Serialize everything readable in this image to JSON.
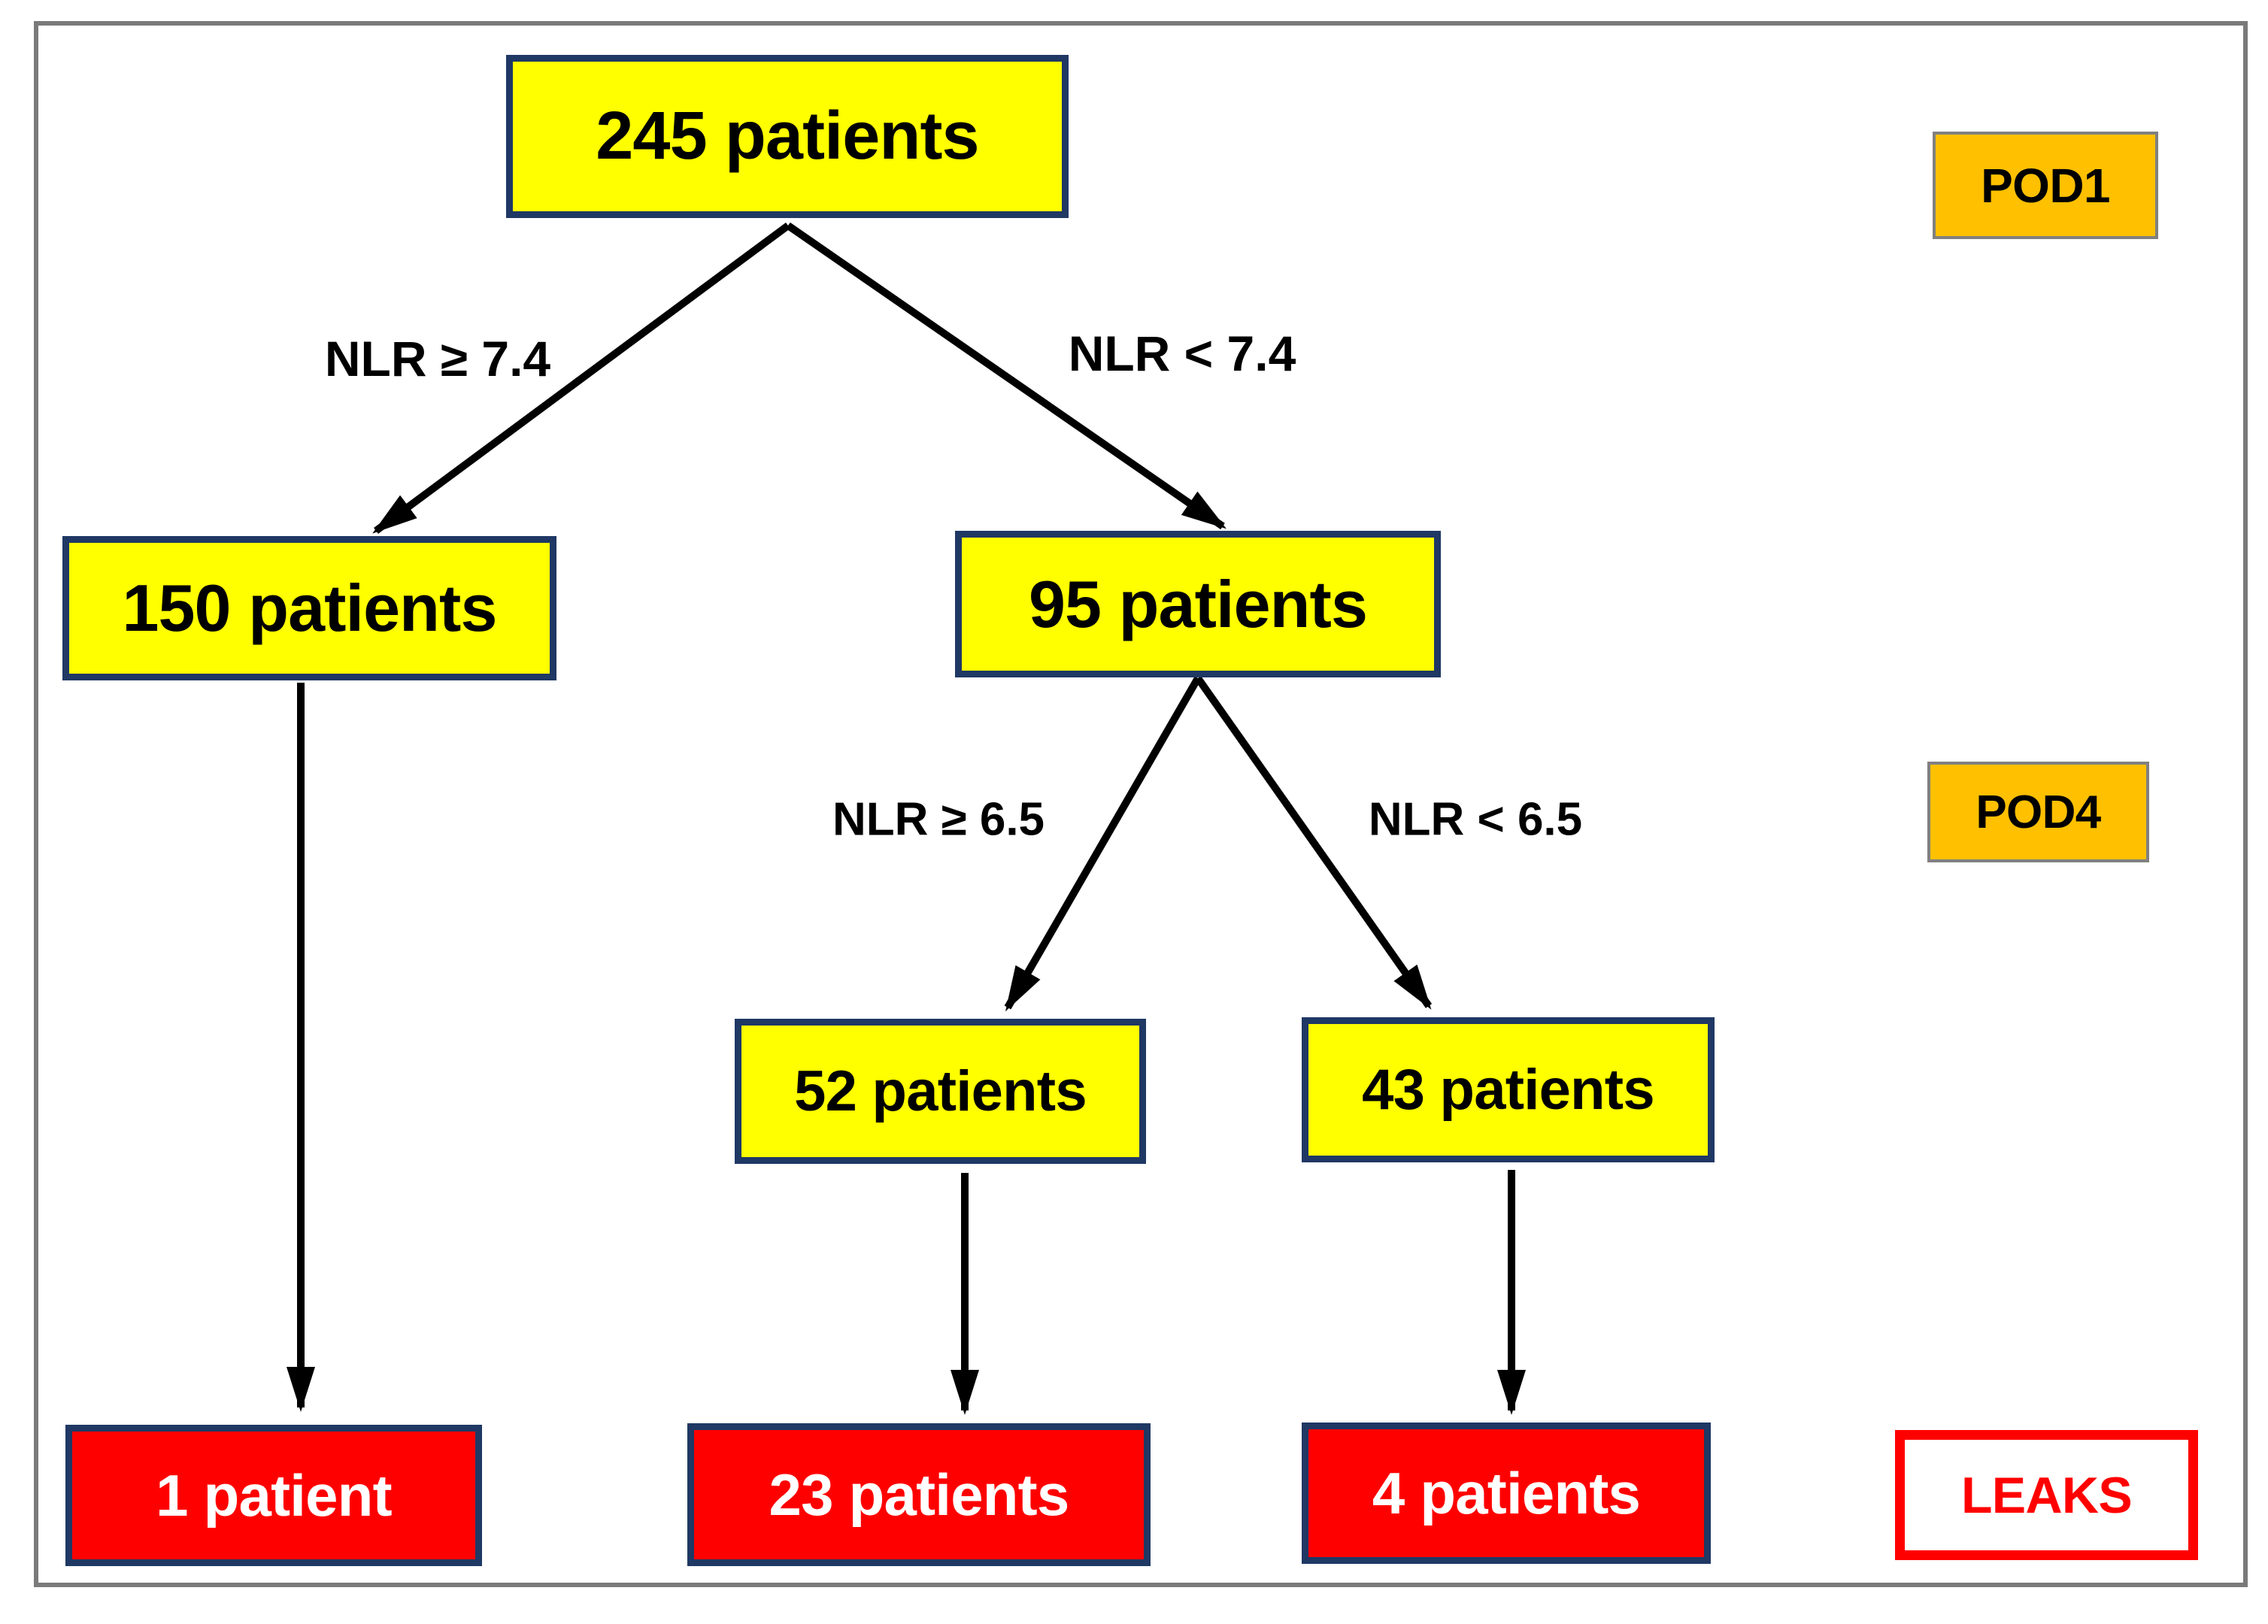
{
  "figure": {
    "type": "flow-diagram",
    "nodes": {
      "n245": "245 patients",
      "n150": "150 patients",
      "n95": "95 patients",
      "n52": "52 patients",
      "n43": "43 patients",
      "n1": "1 patient",
      "n23": "23 patients",
      "n4": "4 patients"
    },
    "edge_labels": {
      "nlr_ge_7_4": "NLR ≥ 7.4",
      "nlr_lt_7_4": "NLR < 7.4",
      "nlr_ge_6_5": "NLR ≥ 6.5",
      "nlr_lt_6_5": "NLR < 6.5"
    },
    "stage_labels": {
      "pod1": "POD1",
      "pod4": "POD4",
      "leaks": "LEAKS"
    },
    "colors": {
      "node_fill_yellow": "#FFFF00",
      "node_border_navy": "#1F3864",
      "leak_node_fill_red": "#FF0000",
      "leak_node_text_white": "#FFFFFF",
      "pod_fill_orange": "#FFC000",
      "pod_border_gray": "#808080",
      "leaks_red": "#FF0000",
      "frame_gray": "#7A7A7A",
      "arrow_black": "#000000",
      "text_black": "#000000"
    }
  }
}
